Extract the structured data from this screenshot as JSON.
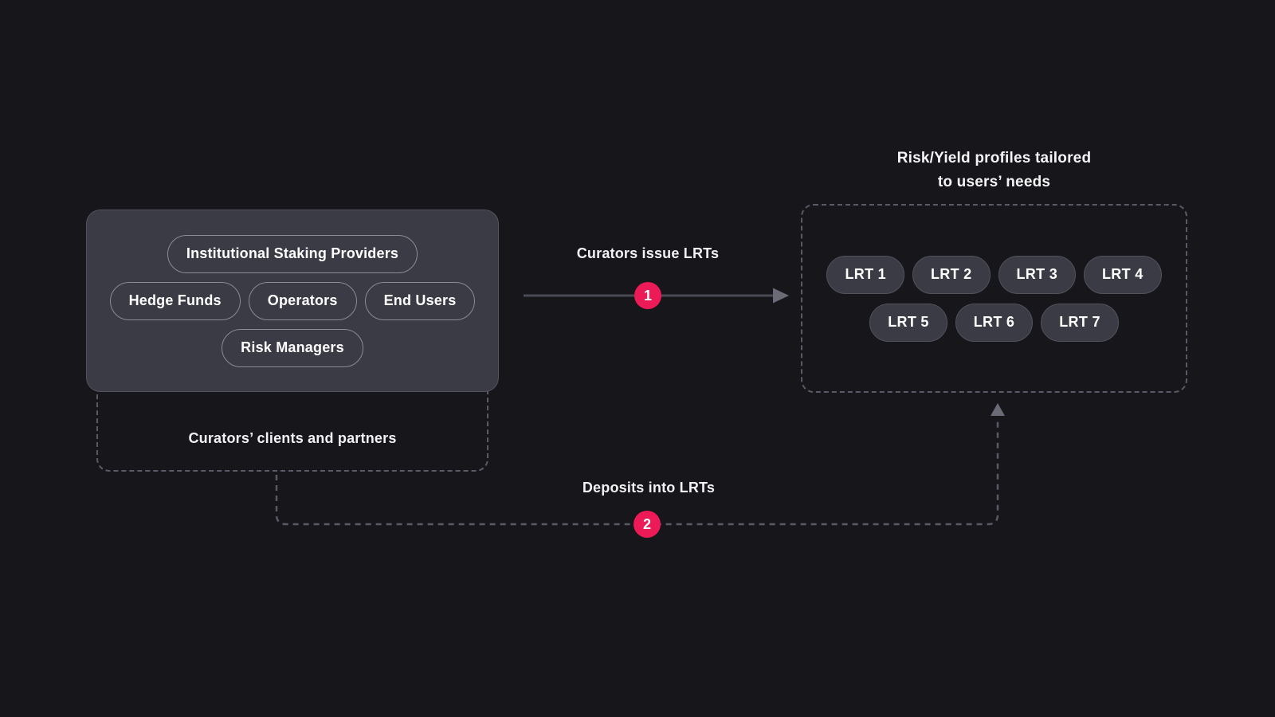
{
  "canvas": {
    "background": "#16161b"
  },
  "colors": {
    "accent": "#EC1A57",
    "box_fill": "#3b3b45",
    "pill_border": "#8b8b98",
    "dashed_border": "#5a5a66",
    "arrow": "#4a4a55",
    "text": "#f5f5f7"
  },
  "clients": {
    "caption": "Curators’ clients and partners",
    "rows": [
      [
        "Institutional Staking Providers"
      ],
      [
        "Hedge Funds",
        "Operators",
        "End Users"
      ],
      [
        "Risk Managers"
      ]
    ]
  },
  "flows": {
    "issue": {
      "step": "1",
      "label": "Curators issue LRTs"
    },
    "deposit": {
      "step": "2",
      "label": "Deposits into LRTs"
    }
  },
  "lrts": {
    "title_line1": "Risk/Yield profiles tailored",
    "title_line2": "to users’ needs",
    "rows": [
      [
        "LRT 1",
        "LRT 2",
        "LRT 3",
        "LRT 4"
      ],
      [
        "LRT 5",
        "LRT 6",
        "LRT 7"
      ]
    ]
  }
}
